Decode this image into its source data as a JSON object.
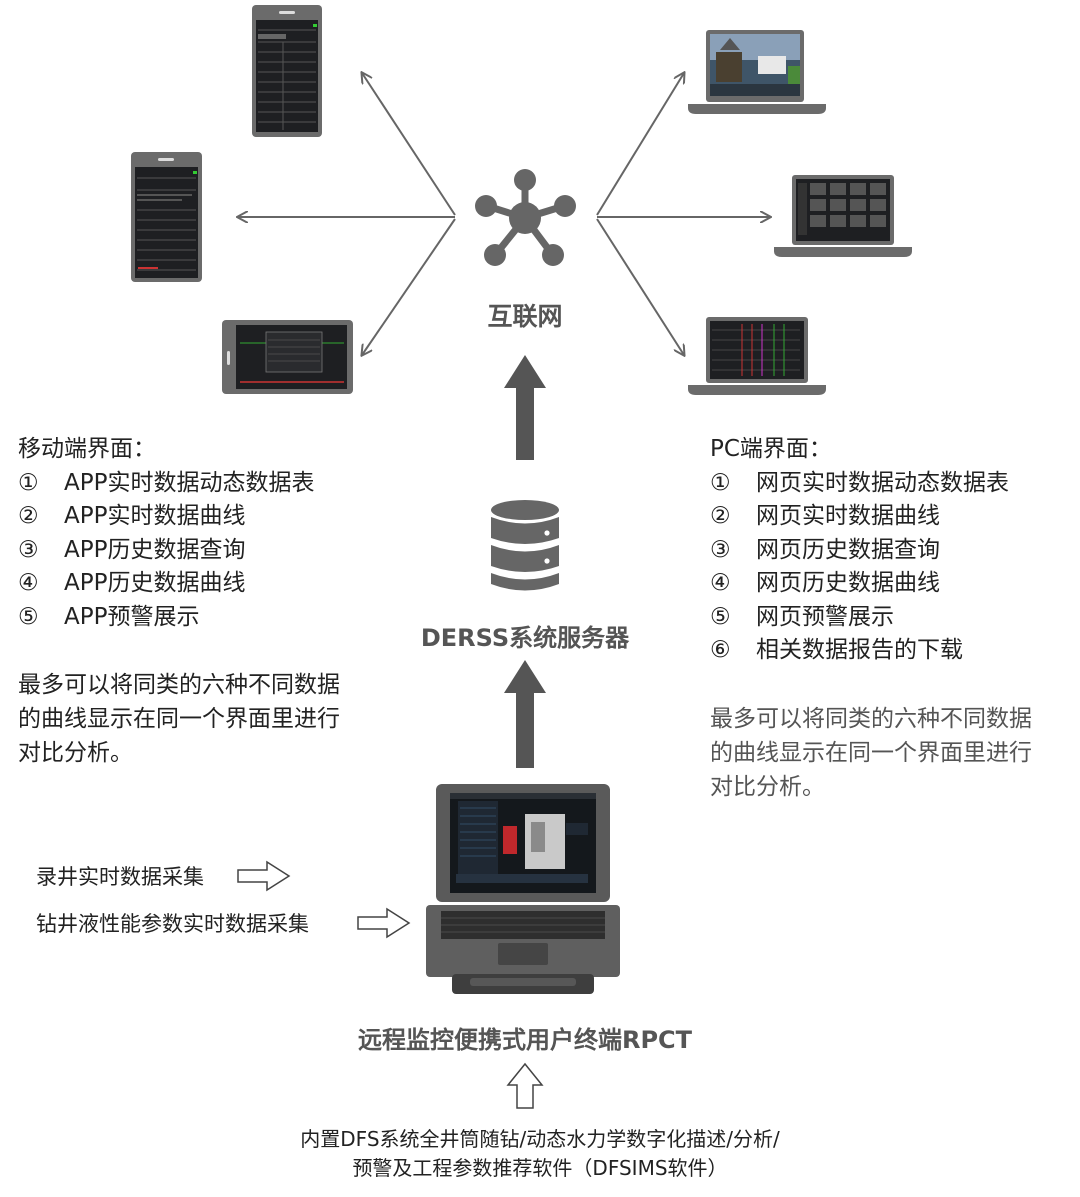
{
  "internet": {
    "label": "互联网"
  },
  "server": {
    "label": "DERSS系统服务器"
  },
  "terminal": {
    "label": "远程监控便携式用户终端RPCT"
  },
  "mobile": {
    "heading": "移动端界面：",
    "items": [
      {
        "num": "①",
        "text": "APP实时数据动态数据表"
      },
      {
        "num": "②",
        "text": "APP实时数据曲线"
      },
      {
        "num": "③",
        "text": "APP历史数据查询"
      },
      {
        "num": "④",
        "text": "APP历史数据曲线"
      },
      {
        "num": "⑤",
        "text": "APP预警展示"
      }
    ],
    "note_lines": [
      "最多可以将同类的六种不同数据",
      "的曲线显示在同一个界面里进行",
      "对比分析。"
    ]
  },
  "pc": {
    "heading": "PC端界面：",
    "items": [
      {
        "num": "①",
        "text": "网页实时数据动态数据表"
      },
      {
        "num": "②",
        "text": "网页实时数据曲线"
      },
      {
        "num": "③",
        "text": "网页历史数据查询"
      },
      {
        "num": "④",
        "text": "网页历史数据曲线"
      },
      {
        "num": "⑤",
        "text": "网页预警展示"
      },
      {
        "num": "⑥",
        "text": "相关数据报告的下载"
      }
    ],
    "note_lines": [
      "最多可以将同类的六种不同数据",
      "的曲线显示在同一个界面里进行",
      "对比分析。"
    ]
  },
  "inputs": {
    "logging": "录井实时数据采集",
    "drilling_fluid": "钻井液性能参数实时数据采集"
  },
  "software": {
    "line1": "内置DFS系统全井筒随钻/动态水力学数字化描述/分析/",
    "line2": "预警及工程参数推荐软件（DFSIMS软件）"
  },
  "icons": {
    "hub": "network-hub-icon",
    "database": "database-server-icon",
    "phone": "mobile-phone-icon",
    "laptop": "laptop-icon",
    "rugged_laptop": "rugged-laptop-icon"
  },
  "colors": {
    "icon_gray": "#666666",
    "arrow_dark": "#555555",
    "screen_dark": "#1e1f22"
  }
}
